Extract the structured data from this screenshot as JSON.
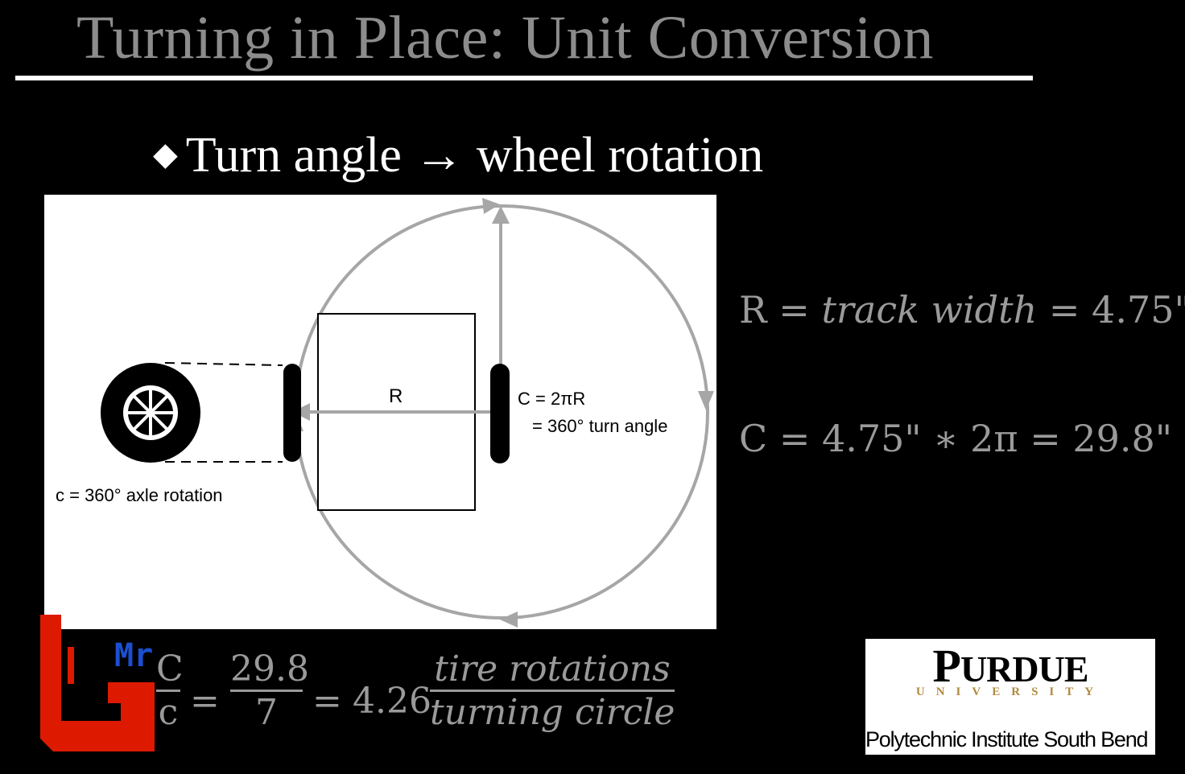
{
  "slide": {
    "title": "Turning in Place: Unit Conversion",
    "bullet": "Turn angle → wheel rotation",
    "bullet_icon": "diamond-bullet-icon"
  },
  "figure": {
    "radius_label": "R",
    "circumference_line1": "C = 2πR",
    "circumference_line2": "= 360° turn angle",
    "axle_label": "c = 360° axle rotation",
    "stroke_color": "#a6a6a6"
  },
  "equations": {
    "eq1": {
      "lhs": "R",
      "eq_sign": "=",
      "term": "track width",
      "eq_sign2": "=",
      "rhs": "4.75\""
    },
    "eq2": {
      "lhs": "C",
      "eq_sign": "=",
      "term": "4.75\" ∗ 2π",
      "eq_sign2": "=",
      "rhs": "29.8\""
    },
    "eq3": {
      "frac1_num": "C",
      "frac1_den": "c",
      "eq_sign": "=",
      "frac2_num": "29.8",
      "frac2_den": "7",
      "eq_sign2": "=",
      "value": "4.26",
      "frac3_num": "tire rotations",
      "frac3_den": "turning circle"
    }
  },
  "logo": {
    "purdue_p": "P",
    "purdue_rest": "URDUE",
    "university": "UNIVERSITY",
    "campus": "Polytechnic Institute South Bend",
    "gold_color": "#b08a3e"
  },
  "watermark": {
    "letters": "Mr",
    "red": "#dd1a00",
    "blue": "#1a4fcf"
  }
}
